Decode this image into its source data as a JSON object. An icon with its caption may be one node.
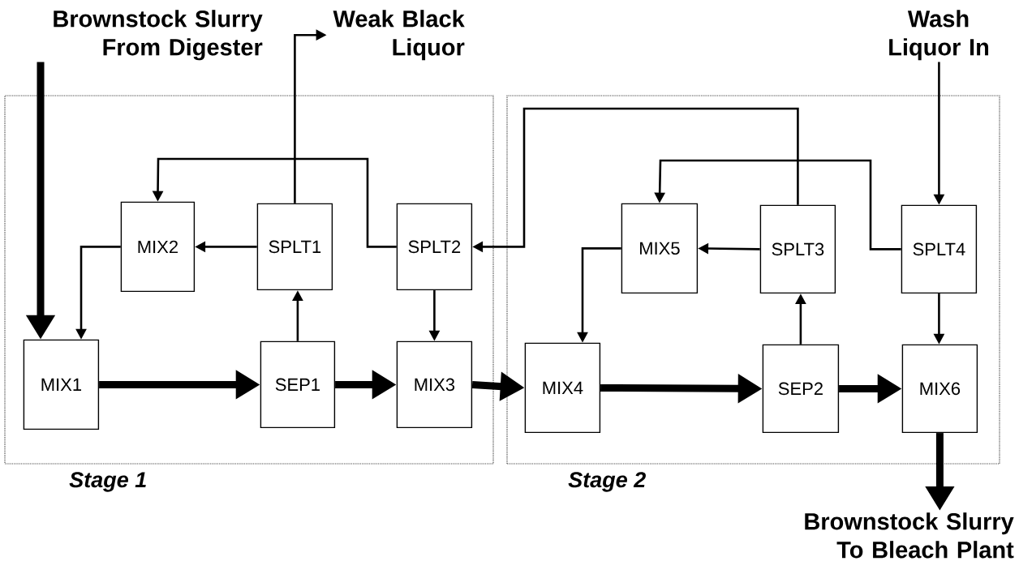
{
  "diagram": {
    "nodes": [
      {
        "text": [
          "Stage 1"
        ]
      },
      {
        "text": [
          "Stage 2"
        ]
      },
      {
        "text": [
          "Brownstock Slurry From Digester"
        ]
      },
      {
        "text": [
          "Weak Black Liquor"
        ]
      },
      {
        "text": [
          "Wash Liquor In"
        ]
      },
      {
        "text": [
          "Brownstock Slurry To Bleach Plant"
        ]
      },
      {
        "text": [
          "MIX1"
        ],
        "in": 0
      },
      {
        "text": [
          "MIX2"
        ],
        "in": 0
      },
      {
        "text": [
          "SPLT1"
        ],
        "in": 0
      },
      {
        "text": [
          "SPLT2"
        ],
        "in": 0
      },
      {
        "text": [
          "SEP1"
        ],
        "in": 0
      },
      {
        "text": [
          "MIX3"
        ],
        "in": 0
      },
      {
        "text": [
          "MIX4"
        ],
        "in": 1
      },
      {
        "text": [
          "MIX5"
        ],
        "in": 1
      },
      {
        "text": [
          "SPLT3"
        ],
        "in": 1
      },
      {
        "text": [
          "SPLT4"
        ],
        "in": 1
      },
      {
        "text": [
          "SEP2"
        ],
        "in": 1
      },
      {
        "text": [
          "MIX6"
        ],
        "in": 1
      }
    ],
    "edges": [
      {
        "from": 2,
        "to": 6,
        "arrow": "to",
        "style": "thick"
      },
      {
        "from": 6,
        "to": 10,
        "arrow": "to",
        "style": "thick"
      },
      {
        "from": 10,
        "to": 11,
        "arrow": "to",
        "style": "thick"
      },
      {
        "from": 11,
        "to": 12,
        "arrow": "to",
        "style": "thick"
      },
      {
        "from": 12,
        "to": 16,
        "arrow": "to",
        "style": "thick"
      },
      {
        "from": 16,
        "to": 17,
        "arrow": "to",
        "style": "thick"
      },
      {
        "from": 17,
        "to": 5,
        "arrow": "to",
        "style": "thick"
      },
      {
        "from": 10,
        "to": 8,
        "arrow": "to"
      },
      {
        "from": 8,
        "to": 3,
        "arrow": "to"
      },
      {
        "from": 8,
        "to": 7,
        "arrow": "to"
      },
      {
        "from": 7,
        "to": 6,
        "arrow": "to"
      },
      {
        "from": 9,
        "to": 7,
        "arrow": "to"
      },
      {
        "from": 9,
        "to": 11,
        "arrow": "to"
      },
      {
        "from": 14,
        "to": 9,
        "arrow": "to"
      },
      {
        "from": 14,
        "to": 13,
        "arrow": "to"
      },
      {
        "from": 15,
        "to": 13,
        "arrow": "to"
      },
      {
        "from": 13,
        "to": 12,
        "arrow": "to"
      },
      {
        "from": 16,
        "to": 14,
        "arrow": "to"
      },
      {
        "from": 15,
        "to": 17,
        "arrow": "to"
      },
      {
        "from": 4,
        "to": 15,
        "arrow": "to"
      }
    ]
  }
}
